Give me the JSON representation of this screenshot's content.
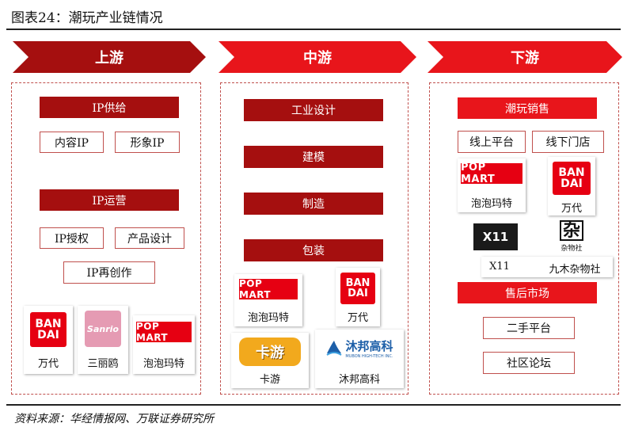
{
  "figure_title": "图表24：潮玩产业链情况",
  "source": "资料来源：华经情报网、万联证券研究所",
  "stages": {
    "upstream": "上游",
    "midstream": "中游",
    "downstream": "下游"
  },
  "upstream": {
    "ip_supply": {
      "label": "IP供给",
      "items": [
        "内容IP",
        "形象IP"
      ]
    },
    "ip_operation": {
      "label": "IP运营",
      "items": [
        "IP授权",
        "产品设计",
        "IP再创作"
      ]
    },
    "brands": [
      {
        "name": "万代",
        "logo": [
          "BAN",
          "DAI"
        ]
      },
      {
        "name": "三丽鸥",
        "logo": "Sanrio"
      },
      {
        "name": "泡泡玛特",
        "logo": "POP MART"
      }
    ]
  },
  "midstream": {
    "steps": [
      "工业设计",
      "建模",
      "制造",
      "包装"
    ],
    "brands": [
      {
        "name": "泡泡玛特",
        "logo": "POP MART"
      },
      {
        "name": "万代",
        "logo": [
          "BAN",
          "DAI"
        ]
      },
      {
        "name": "卡游",
        "logo": "卡游"
      },
      {
        "name": "沐邦高科",
        "logo": "沐邦高科",
        "logo_sub": "MUBON HIGH-TECH INC."
      }
    ]
  },
  "downstream": {
    "sales": {
      "label": "潮玩销售",
      "channels": [
        "线上平台",
        "线下门店"
      ]
    },
    "brands": [
      {
        "name": "泡泡玛特",
        "logo": "POP MART"
      },
      {
        "name": "万代",
        "logo": [
          "BAN",
          "DAI"
        ]
      },
      {
        "name": "X11",
        "logo": "X11"
      },
      {
        "name": "九木杂物社",
        "logo": "杂",
        "logo_sub": "杂物社"
      }
    ],
    "aftermarket": {
      "label": "售后市场",
      "items": [
        "二手平台",
        "社区论坛"
      ]
    }
  },
  "colors": {
    "dark_red": "#a50f0f",
    "bright_red": "#e8151b",
    "border": "#c0504d"
  }
}
